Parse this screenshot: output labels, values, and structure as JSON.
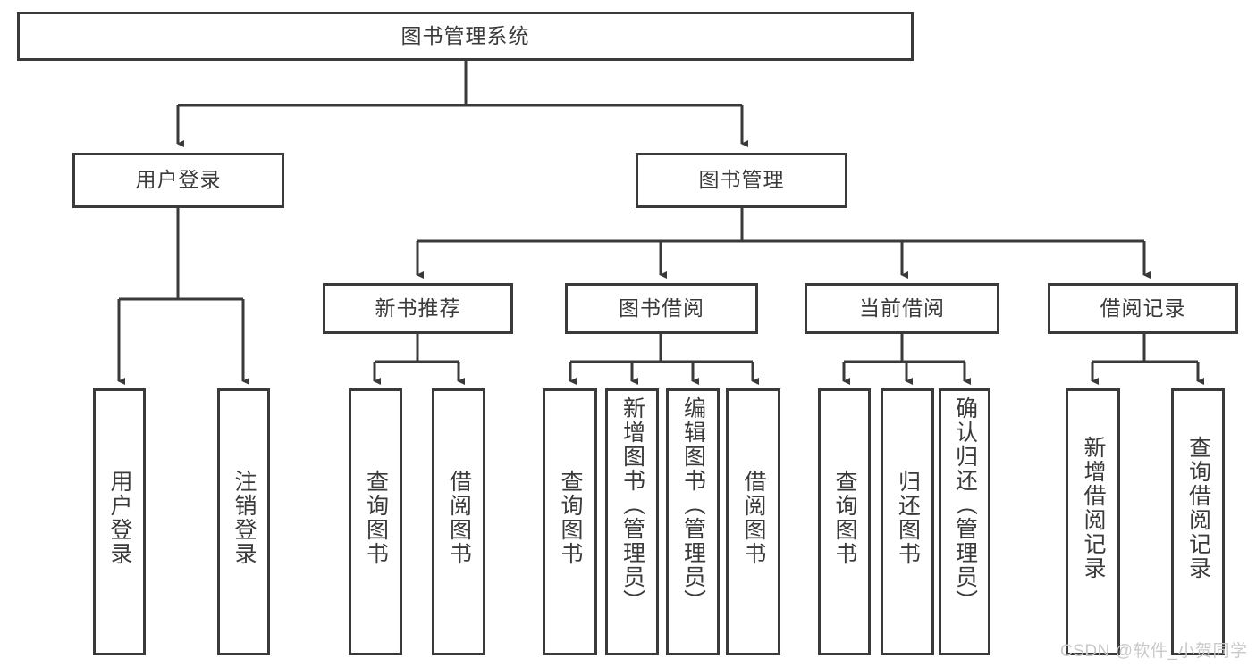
{
  "diagram": {
    "title": "图书管理系统",
    "root": {
      "label": "图书管理系统"
    },
    "level2": [
      {
        "label": "用户登录"
      },
      {
        "label": "图书管理"
      }
    ],
    "level3": [
      {
        "label": "新书推荐"
      },
      {
        "label": "图书借阅"
      },
      {
        "label": "当前借阅"
      },
      {
        "label": "借阅记录"
      }
    ],
    "leaves": {
      "user_login": [
        {
          "label": "用户登录"
        },
        {
          "label": "注销登录"
        }
      ],
      "new_book_recommend": [
        {
          "label": "查询图书"
        },
        {
          "label": "借阅图书"
        }
      ],
      "book_borrow": [
        {
          "label": "查询图书"
        },
        {
          "label": "新增图书（管理员）"
        },
        {
          "label": "编辑图书（管理员）"
        },
        {
          "label": "借阅图书"
        }
      ],
      "current_borrow": [
        {
          "label": "查询图书"
        },
        {
          "label": "归还图书"
        },
        {
          "label": "确认归还（管理员）"
        }
      ],
      "borrow_record": [
        {
          "label": "新增借阅记录"
        },
        {
          "label": "查询借阅记录"
        }
      ]
    }
  },
  "watermark": {
    "text": "CSDN @软件_小贺同学"
  },
  "colors": {
    "stroke": "#3a3a3a",
    "text": "#3a3a3a",
    "background": "#ffffff",
    "watermark": "#c9c9c9"
  }
}
